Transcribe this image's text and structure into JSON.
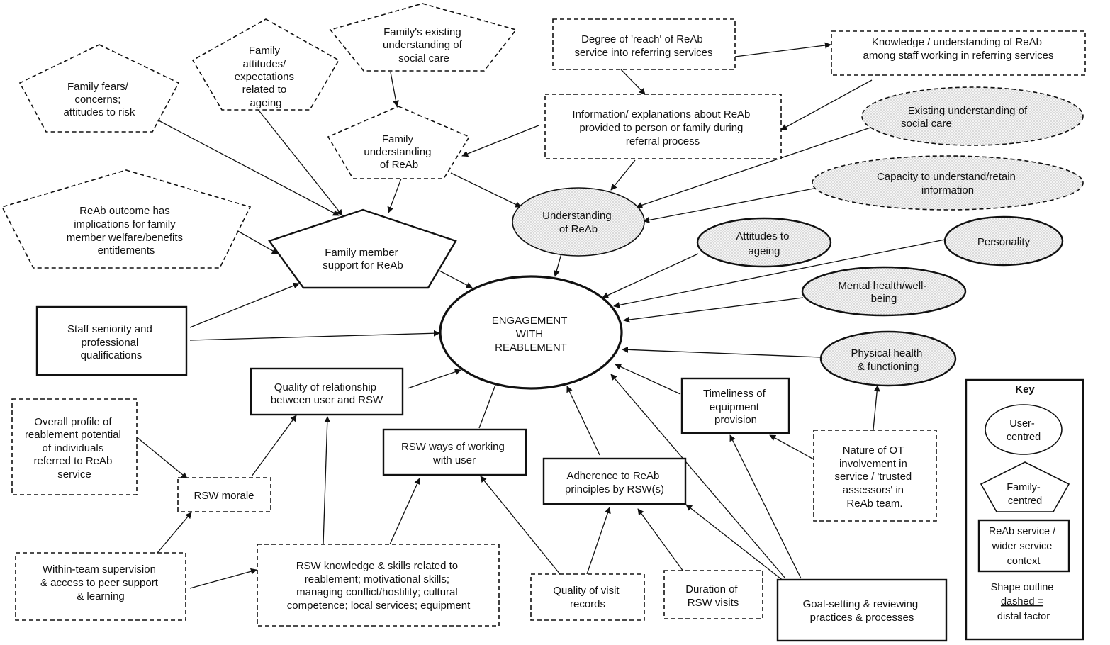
{
  "nodes": {
    "engagement": {
      "lines": [
        "ENGAGEMENT",
        "WITH",
        "REABLEMENT"
      ]
    },
    "family_fears": {
      "lines": [
        "Family fears/",
        "concerns;",
        "attitudes to risk"
      ]
    },
    "family_attitudes": {
      "lines": [
        "Family",
        "attitudes/",
        "expectations",
        "related to",
        "ageing"
      ]
    },
    "family_existing": {
      "lines": [
        "Family's existing",
        "understanding of",
        "social care"
      ]
    },
    "family_understanding": {
      "lines": [
        "Family",
        "understanding",
        "of ReAb"
      ]
    },
    "reab_outcome": {
      "lines": [
        "ReAb outcome has",
        "implications for family",
        "member welfare/benefits",
        "entitlements"
      ]
    },
    "family_support": {
      "lines": [
        "Family member",
        "support for ReAb"
      ]
    },
    "degree_reach": {
      "lines": [
        "Degree of 'reach' of ReAb",
        "service into referring services"
      ]
    },
    "knowledge_staff": {
      "lines": [
        "Knowledge / understanding of ReAb",
        "among staff working in referring services"
      ]
    },
    "information": {
      "lines": [
        "Information/ explanations about ReAb",
        "provided to person or family during",
        "referral process"
      ]
    },
    "existing_understanding": {
      "lines": [
        "Existing understanding of",
        "social care"
      ]
    },
    "capacity": {
      "lines": [
        "Capacity to understand/retain",
        "information"
      ]
    },
    "understanding_reab": {
      "lines": [
        "Understanding",
        "of ReAb"
      ]
    },
    "attitudes_ageing": {
      "lines": [
        "Attitudes to",
        "ageing"
      ]
    },
    "personality": {
      "lines": [
        "Personality"
      ]
    },
    "mental_health": {
      "lines": [
        "Mental health/well-",
        "being"
      ]
    },
    "physical_health": {
      "lines": [
        "Physical health",
        "& functioning"
      ]
    },
    "staff_seniority": {
      "lines": [
        "Staff seniority and",
        "professional",
        "qualifications"
      ]
    },
    "quality_relationship": {
      "lines": [
        "Quality of relationship",
        "between user and RSW"
      ]
    },
    "overall_profile": {
      "lines": [
        "Overall profile of",
        "reablement potential",
        "of individuals",
        "referred to ReAb",
        "service"
      ]
    },
    "rsw_morale": {
      "lines": [
        "RSW morale"
      ]
    },
    "rsw_ways": {
      "lines": [
        "RSW ways of working",
        "with user"
      ]
    },
    "timeliness": {
      "lines": [
        "Timeliness of",
        "equipment",
        "provision"
      ]
    },
    "adherence": {
      "lines": [
        "Adherence to ReAb",
        "principles by RSW(s)"
      ]
    },
    "ot_involvement": {
      "lines": [
        "Nature of OT",
        "involvement in",
        "service / 'trusted",
        "assessors' in",
        "ReAb team."
      ]
    },
    "within_team": {
      "lines": [
        "Within-team supervision",
        "& access to peer support",
        "& learning"
      ]
    },
    "rsw_knowledge": {
      "lines": [
        "RSW knowledge & skills related to",
        "reablement; motivational skills;",
        "managing conflict/hostility; cultural",
        "competence; local services; equipment"
      ]
    },
    "quality_visit": {
      "lines": [
        "Quality of visit",
        "records"
      ]
    },
    "duration_visits": {
      "lines": [
        "Duration of",
        "RSW visits"
      ]
    },
    "goal_setting": {
      "lines": [
        "Goal-setting & reviewing",
        "practices & processes"
      ]
    }
  },
  "key": {
    "title": "Key",
    "user_centred": [
      "User-",
      "centred"
    ],
    "family_centred": [
      "Family-",
      "centred"
    ],
    "service_context": [
      "ReAb service /",
      "wider service",
      "context"
    ],
    "dashed_note": [
      "Shape outline",
      "dashed =",
      "distal factor"
    ]
  }
}
